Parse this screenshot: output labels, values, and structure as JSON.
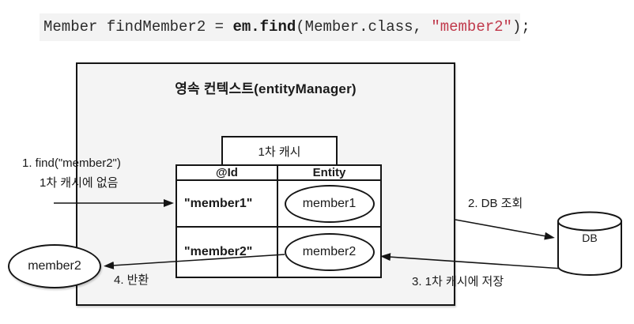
{
  "code": {
    "pre": "Member findMember2 = ",
    "call": "em.find",
    "mid": "(Member.class, ",
    "string": "\"member2\"",
    "post": ");"
  },
  "persistence_context": {
    "title": "영속 컨텍스트(entityManager)",
    "cache_label": "1차 캐시",
    "table": {
      "headers": [
        "@Id",
        "Entity"
      ],
      "rows": [
        {
          "id": "\"member1\"",
          "entity": "member1"
        },
        {
          "id": "\"member2\"",
          "entity": "member2"
        }
      ]
    }
  },
  "database": {
    "label": "DB"
  },
  "result": {
    "entity": "member2"
  },
  "steps": {
    "step1_line1": "1. find(\"member2\")",
    "step1_line2": "1차 캐시에 없음",
    "step2": "2. DB 조회",
    "step3": "3. 1차 캐시에 저장",
    "step4": "4. 반환"
  },
  "colors": {
    "string_red": "#c0394b",
    "box_fill": "#f4f4f4",
    "line": "#151515"
  }
}
